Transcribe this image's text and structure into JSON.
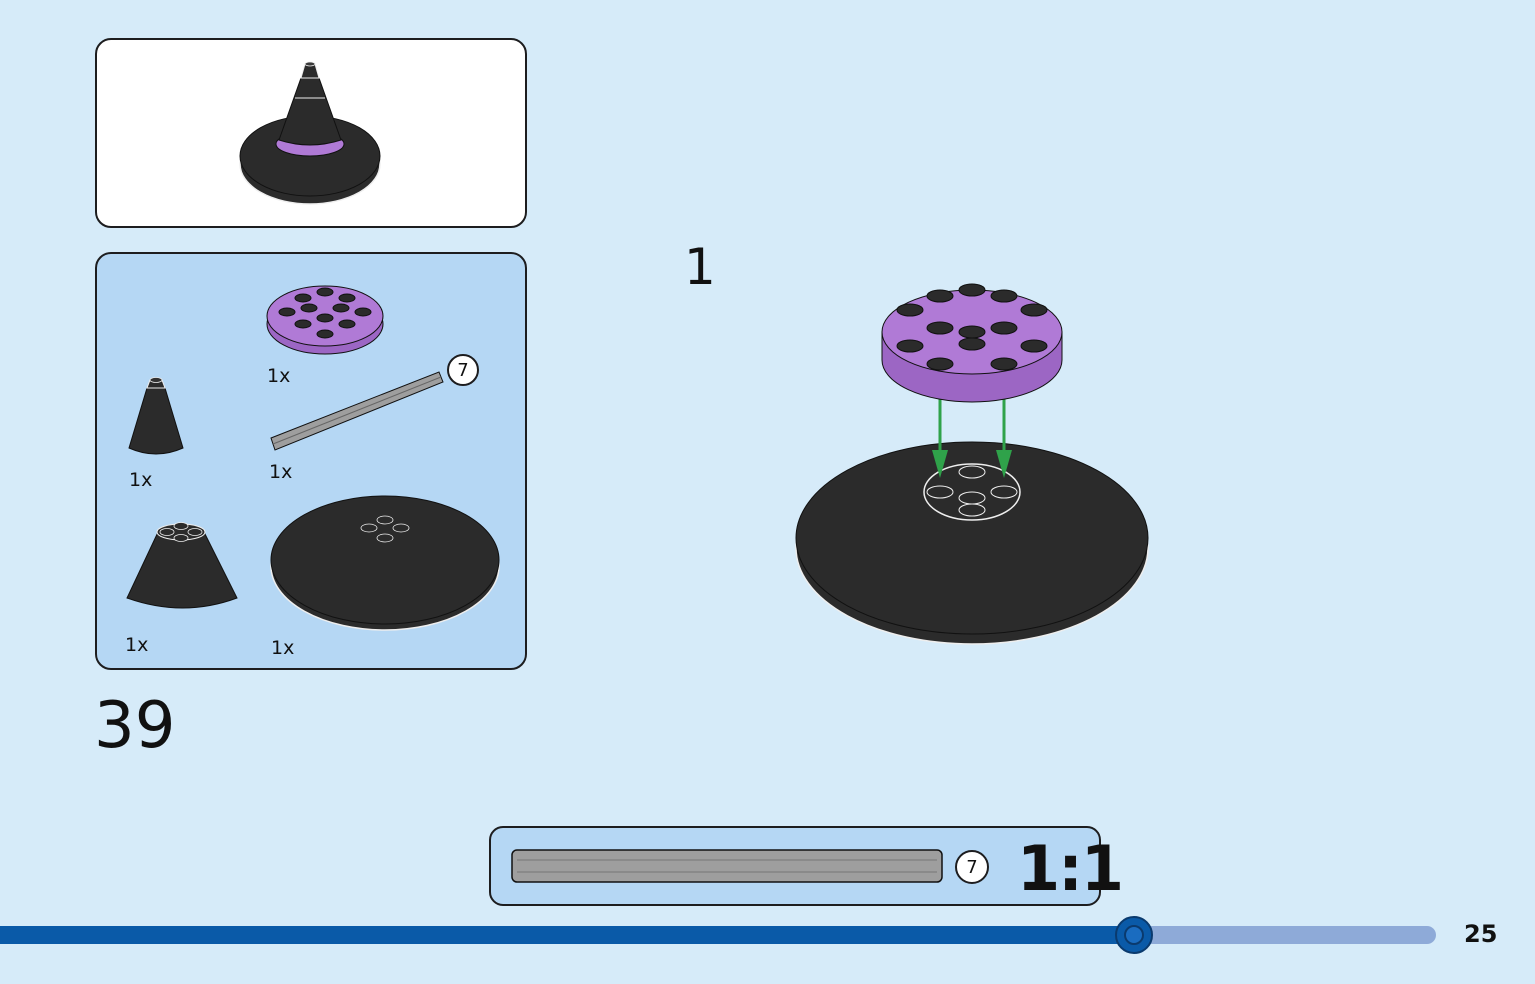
{
  "page": {
    "step_group_number": "39",
    "step_number": "1",
    "page_number": "25"
  },
  "parts_list": {
    "items": [
      {
        "name": "purple-round-plate",
        "quantity": "1x"
      },
      {
        "name": "black-cone-small",
        "quantity": "1x"
      },
      {
        "name": "grey-axle",
        "quantity": "1x",
        "length_label": "7"
      },
      {
        "name": "black-cone-large",
        "quantity": "1x"
      },
      {
        "name": "black-round-base",
        "quantity": "1x"
      }
    ]
  },
  "scale_reference": {
    "length_label": "7",
    "ratio": "1:1"
  },
  "progress": {
    "fraction": 0.79
  },
  "colors": {
    "background": "#d6ebf9",
    "panel_blue": "#b5d7f4",
    "brick_black": "#2b2b2b",
    "brick_purple": "#b07ad6",
    "arrow_green": "#2fa24a",
    "progress_dark": "#0a5aa8",
    "progress_light": "#8eaad8"
  }
}
